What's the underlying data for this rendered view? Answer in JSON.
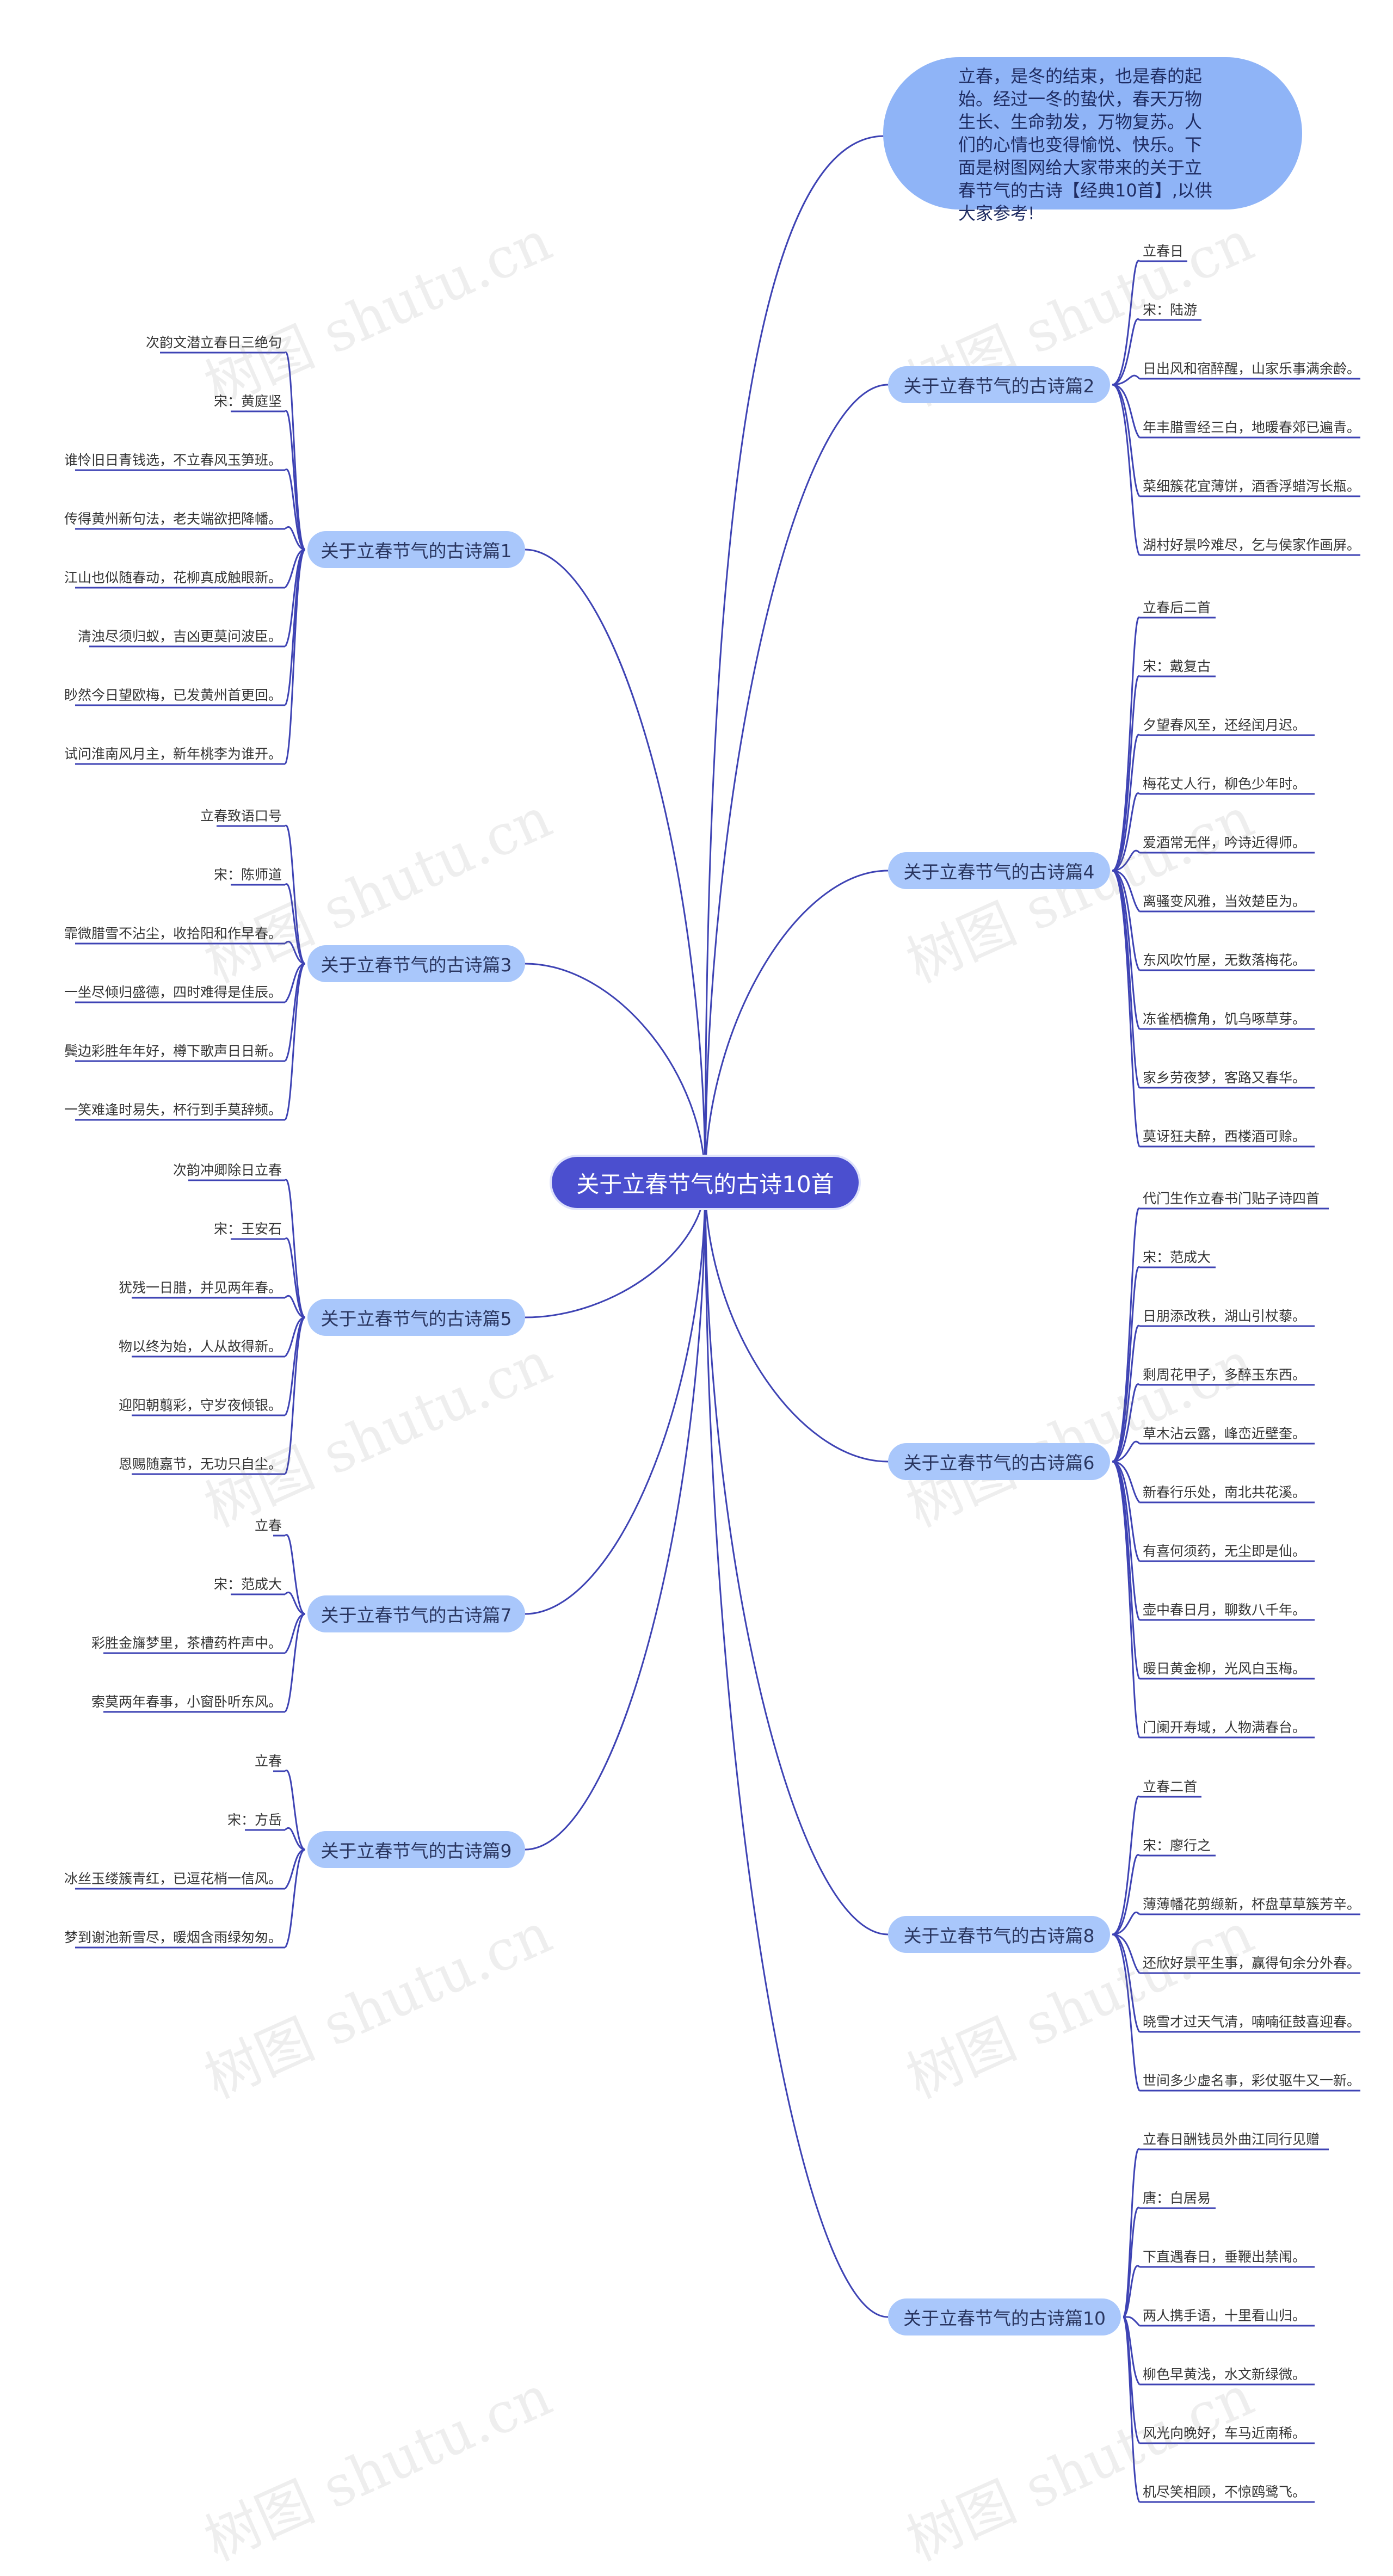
{
  "root": {
    "label": "关于立春节气的古诗10首"
  },
  "intro": {
    "text": "立春，是冬的结束，也是春的起始。经过一冬的蛰伏，春天万物生长、生命勃发，万物复苏。人们的心情也变得愉悦、快乐。下面是树图网给大家带来的关于立春节气的古诗【经典10首】,以供大家参考!"
  },
  "watermark": "树图 shutu.cn",
  "branches": [
    {
      "id": "b1",
      "side": "left",
      "label": "关于立春节气的古诗篇1",
      "items": [
        "次韵文潜立春日三绝句",
        "宋：黄庭坚",
        "谁怜旧日青钱选，不立春风玉笋班。",
        "传得黄州新句法，老夫端欲把降幡。",
        "江山也似随春动，花柳真成触眼新。",
        "清浊尽须归蚁，吉凶更莫问波臣。",
        "眇然今日望欧梅，已发黄州首更回。",
        "试问淮南风月主，新年桃李为谁开。"
      ]
    },
    {
      "id": "b3",
      "side": "left",
      "label": "关于立春节气的古诗篇3",
      "items": [
        "立春致语口号",
        "宋：陈师道",
        "霏微腊雪不沾尘，收拾阳和作早春。",
        "一坐尽倾归盛德，四时难得是佳辰。",
        "鬓边彩胜年年好，樽下歌声日日新。",
        "一笑难逢时易失，杯行到手莫辞频。"
      ]
    },
    {
      "id": "b5",
      "side": "left",
      "label": "关于立春节气的古诗篇5",
      "items": [
        "次韵冲卿除日立春",
        "宋：王安石",
        "犹残一日腊，并见两年春。",
        "物以终为始，人从故得新。",
        "迎阳朝翦彩，守岁夜倾银。",
        "恩赐随嘉节，无功只自尘。"
      ]
    },
    {
      "id": "b7",
      "side": "left",
      "label": "关于立春节气的古诗篇7",
      "items": [
        "立春",
        "宋：范成大",
        "彩胜金旛梦里，茶槽药杵声中。",
        "索莫两年春事，小窗卧听东风。"
      ]
    },
    {
      "id": "b9",
      "side": "left",
      "label": "关于立春节气的古诗篇9",
      "items": [
        "立春",
        "宋：方岳",
        "冰丝玉缕簇青红，已逗花梢一信风。",
        "梦到谢池新雪尽，暖烟含雨绿匆匆。"
      ]
    },
    {
      "id": "b2",
      "side": "right",
      "label": "关于立春节气的古诗篇2",
      "items": [
        "立春日",
        "宋：陆游",
        "日出风和宿醉醒，山家乐事满余龄。",
        "年丰腊雪经三白，地暖春郊已遍青。",
        "菜细簇花宜薄饼，酒香浮蜡泻长瓶。",
        "湖村好景吟难尽，乞与侯家作画屏。"
      ]
    },
    {
      "id": "b4",
      "side": "right",
      "label": "关于立春节气的古诗篇4",
      "items": [
        "立春后二首",
        "宋：戴复古",
        "夕望春风至，还经闰月迟。",
        "梅花丈人行，柳色少年时。",
        "爱酒常无伴，吟诗近得师。",
        "离骚变风雅，当效楚臣为。",
        "东风吹竹屋，无数落梅花。",
        "冻雀栖檐角，饥乌啄草芽。",
        "家乡劳夜梦，客路又春华。",
        "莫讶狂夫醉，西楼酒可赊。"
      ]
    },
    {
      "id": "b6",
      "side": "right",
      "label": "关于立春节气的古诗篇6",
      "items": [
        "代门生作立春书门贴子诗四首",
        "宋：范成大",
        "日朋添改秩，湖山引杖藜。",
        "剩周花甲子，多醉玉东西。",
        "草木沾云露，峰峦近壁奎。",
        "新春行乐处，南北共花溪。",
        "有喜何须药，无尘即是仙。",
        "壶中春日月，聊数八千年。",
        "暖日黄金柳，光风白玉梅。",
        "门阑开寿域，人物满春台。"
      ]
    },
    {
      "id": "b8",
      "side": "right",
      "label": "关于立春节气的古诗篇8",
      "items": [
        "立春二首",
        "宋：廖行之",
        "薄薄幡花剪缬新，杯盘草草簇芳辛。",
        "还欣好景平生事，赢得旬余分外春。",
        "晓雪才过天气清，喃喃征鼓喜迎春。",
        "世间多少虚名事，彩仗驱牛又一新。"
      ]
    },
    {
      "id": "b10",
      "side": "right",
      "label": "关于立春节气的古诗篇10",
      "items": [
        "立春日酬钱员外曲江同行见赠",
        "唐：白居易",
        "下直遇春日，垂鞭出禁闱。",
        "两人携手语，十里看山归。",
        "柳色早黄浅，水文新绿微。",
        "风光向晚好，车马近南稀。",
        "机尽笑相顾，不惊鸥鹭飞。"
      ]
    }
  ]
}
